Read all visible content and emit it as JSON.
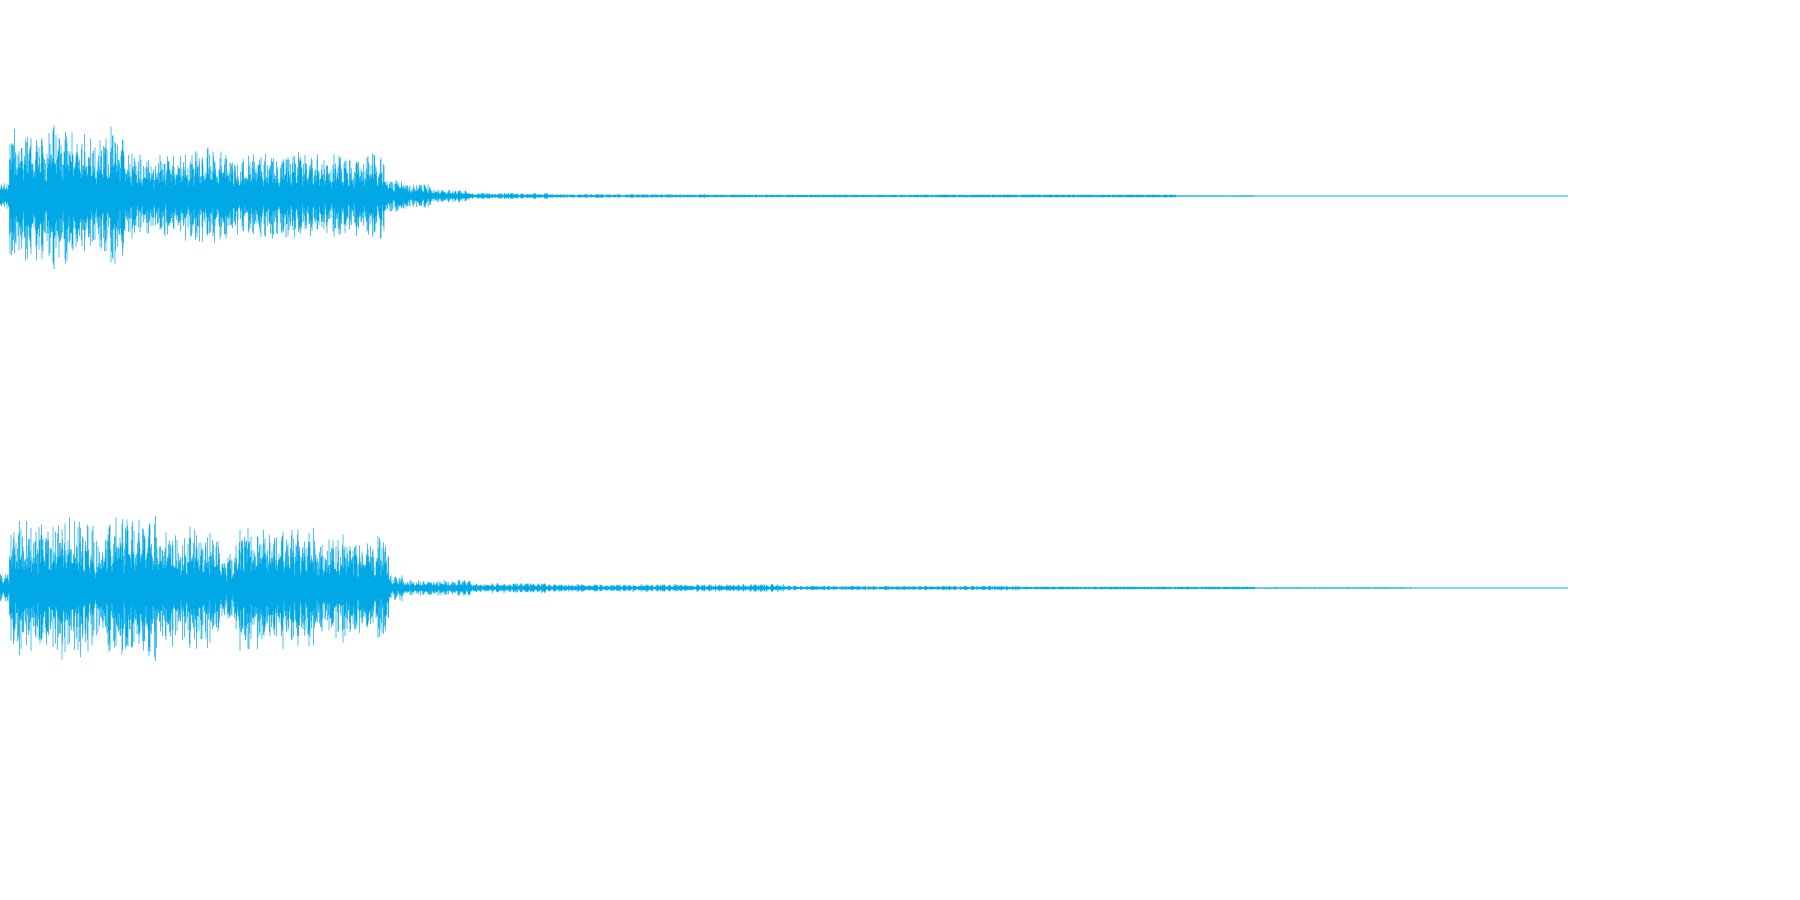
{
  "waveform": {
    "color": "#00a8e6",
    "background": "#ffffff",
    "channels": [
      {
        "name": "",
        "segments": [
          {
            "t0": 0.0,
            "t1": 0.006,
            "amp": 0.12
          },
          {
            "t0": 0.006,
            "t1": 0.03,
            "amp": 0.5
          },
          {
            "t0": 0.03,
            "t1": 0.045,
            "amp": 0.58
          },
          {
            "t0": 0.045,
            "t1": 0.065,
            "amp": 0.48
          },
          {
            "t0": 0.065,
            "t1": 0.08,
            "amp": 0.53
          },
          {
            "t0": 0.08,
            "t1": 0.095,
            "amp": 0.33
          },
          {
            "t0": 0.095,
            "t1": 0.115,
            "amp": 0.32
          },
          {
            "t0": 0.115,
            "t1": 0.15,
            "amp": 0.36
          },
          {
            "t0": 0.15,
            "t1": 0.2,
            "amp": 0.33
          },
          {
            "t0": 0.2,
            "t1": 0.235,
            "amp": 0.31
          },
          {
            "t0": 0.235,
            "t1": 0.245,
            "amp": 0.34
          },
          {
            "t0": 0.245,
            "t1": 0.26,
            "amp": 0.14
          },
          {
            "t0": 0.26,
            "t1": 0.275,
            "amp": 0.09
          },
          {
            "t0": 0.275,
            "t1": 0.3,
            "amp": 0.05
          },
          {
            "t0": 0.3,
            "t1": 0.35,
            "amp": 0.025
          },
          {
            "t0": 0.35,
            "t1": 0.45,
            "amp": 0.015
          },
          {
            "t0": 0.45,
            "t1": 0.6,
            "amp": 0.01
          },
          {
            "t0": 0.6,
            "t1": 0.75,
            "amp": 0.006
          },
          {
            "t0": 0.75,
            "t1": 0.8,
            "amp": 0.003
          },
          {
            "t0": 0.8,
            "t1": 1.0,
            "amp": 0.0
          }
        ]
      },
      {
        "name": "",
        "segments": [
          {
            "t0": 0.0,
            "t1": 0.006,
            "amp": 0.12
          },
          {
            "t0": 0.006,
            "t1": 0.03,
            "amp": 0.5
          },
          {
            "t0": 0.03,
            "t1": 0.06,
            "amp": 0.53
          },
          {
            "t0": 0.06,
            "t1": 0.067,
            "amp": 0.36
          },
          {
            "t0": 0.067,
            "t1": 0.1,
            "amp": 0.58
          },
          {
            "t0": 0.1,
            "t1": 0.14,
            "amp": 0.45
          },
          {
            "t0": 0.14,
            "t1": 0.15,
            "amp": 0.28
          },
          {
            "t0": 0.15,
            "t1": 0.2,
            "amp": 0.46
          },
          {
            "t0": 0.2,
            "t1": 0.235,
            "amp": 0.4
          },
          {
            "t0": 0.235,
            "t1": 0.248,
            "amp": 0.42
          },
          {
            "t0": 0.248,
            "t1": 0.258,
            "amp": 0.1
          },
          {
            "t0": 0.258,
            "t1": 0.3,
            "amp": 0.06
          },
          {
            "t0": 0.3,
            "t1": 0.35,
            "amp": 0.04
          },
          {
            "t0": 0.35,
            "t1": 0.5,
            "amp": 0.03
          },
          {
            "t0": 0.5,
            "t1": 0.65,
            "amp": 0.018
          },
          {
            "t0": 0.65,
            "t1": 0.8,
            "amp": 0.01
          },
          {
            "t0": 0.8,
            "t1": 0.9,
            "amp": 0.004
          },
          {
            "t0": 0.9,
            "t1": 1.0,
            "amp": 0.0
          }
        ]
      }
    ]
  }
}
